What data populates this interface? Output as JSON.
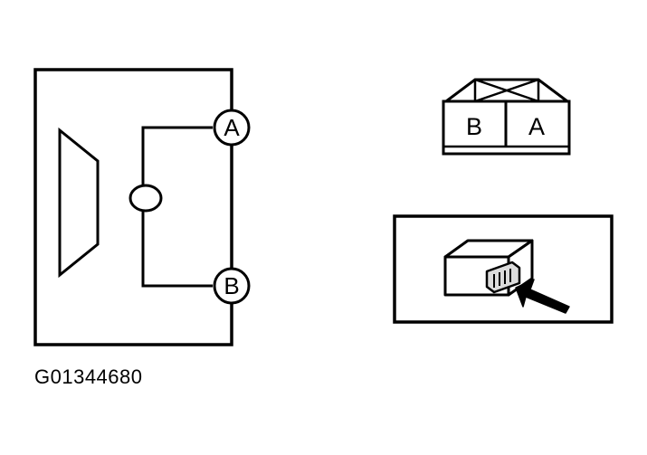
{
  "diagram": {
    "figure_id": "G01344680",
    "terminals": [
      "A",
      "B"
    ],
    "connector_pins": [
      "B",
      "A"
    ]
  },
  "icons": {
    "horn": "horn-icon",
    "coil": "coil-icon",
    "connector_face": "connector-face-icon",
    "connector_body": "connector-body-icon",
    "arrow": "arrow-icon"
  },
  "colors": {
    "line": "#000000",
    "background": "#ffffff",
    "connector_fill": "#dcdcdc"
  }
}
